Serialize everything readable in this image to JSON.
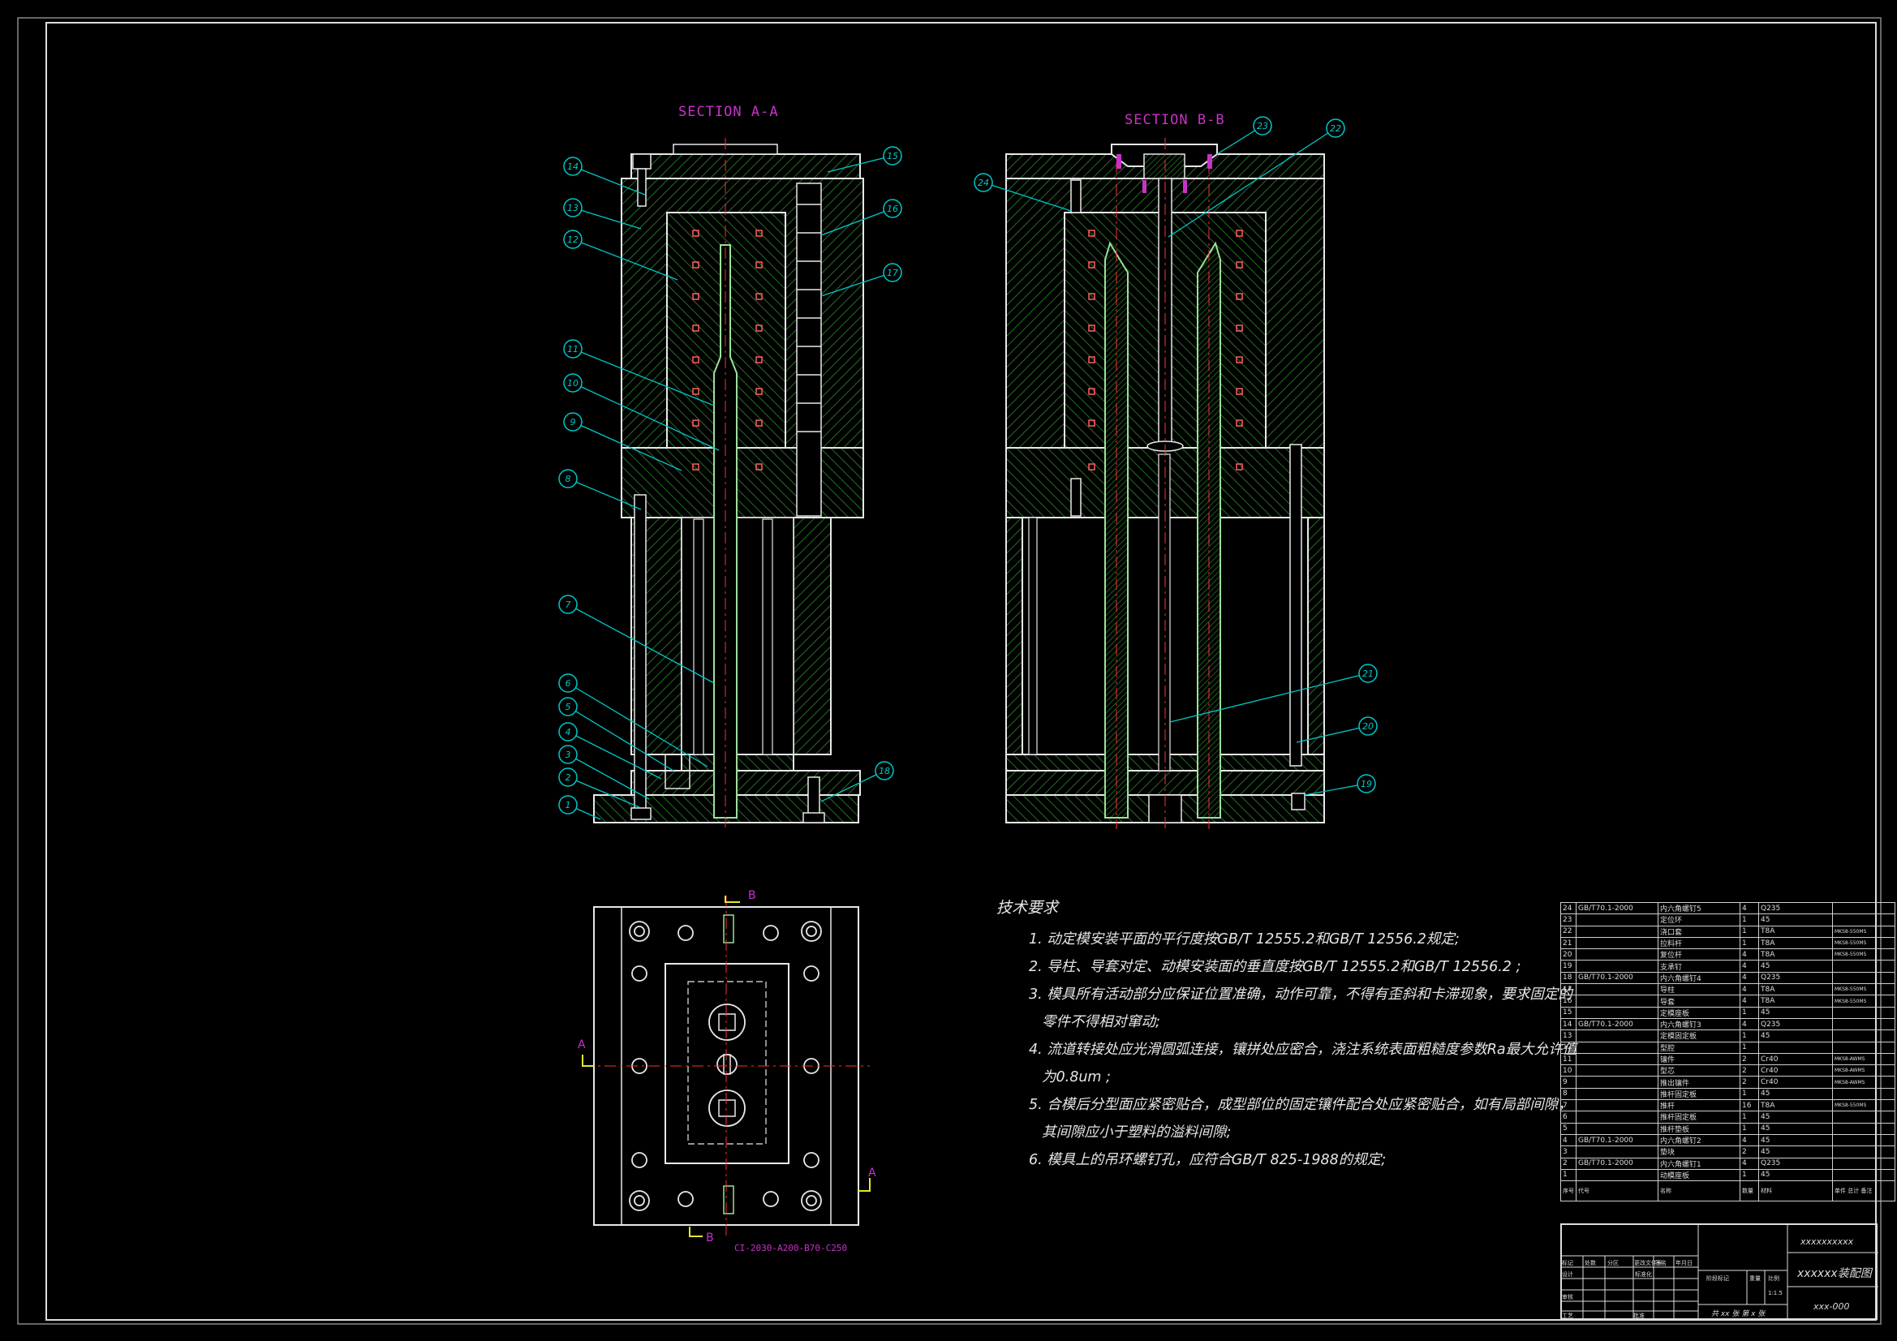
{
  "views": {
    "section_aa_title": "SECTION A-A",
    "section_bb_title": "SECTION B-B",
    "plan_view_caption": "CI-2030-A200-B70-C250",
    "section_markers": [
      "A",
      "A",
      "B",
      "B"
    ],
    "balloons_aa": [
      "14",
      "13",
      "12",
      "11",
      "10",
      "9",
      "8",
      "7",
      "6",
      "5",
      "4",
      "3",
      "2",
      "1",
      "15",
      "16",
      "17",
      "18"
    ],
    "balloons_bb": [
      "24",
      "23",
      "22",
      "21",
      "20",
      "19"
    ]
  },
  "technical_requirements": {
    "title": "技术要求",
    "items": [
      "1. 动定模安装平面的平行度按GB/T 12555.2和GB/T 12556.2规定;",
      "2. 导柱、导套对定、动模安装面的垂直度按GB/T 12555.2和GB/T 12556.2 ;",
      "3. 模具所有活动部分应保证位置准确，动作可靠，不得有歪斜和卡滞现象，要求固定的",
      "零件不得相对窜动;",
      "4. 流道转接处应光滑圆弧连接，镶拼处应密合，浇注系统表面粗糙度参数Ra最大允许值",
      "为0.8um ;",
      "5. 合模后分型面应紧密贴合，成型部位的固定镶件配合处应紧密贴合，如有局部间隙，",
      "其间隙应小于塑料的溢料间隙;",
      "6. 模具上的吊环螺钉孔，应符合GB/T 825-1988的规定;"
    ]
  },
  "bom": {
    "rows": [
      [
        "24",
        "GB/T70.1-2000",
        "内六角螺钉5",
        "4",
        "Q235",
        ""
      ],
      [
        "23",
        "",
        "定位环",
        "1",
        "45",
        ""
      ],
      [
        "22",
        "",
        "浇口套",
        "1",
        "T8A",
        "MKS8-550MS"
      ],
      [
        "21",
        "",
        "拉料杆",
        "1",
        "T8A",
        "MKS8-550MS"
      ],
      [
        "20",
        "",
        "复位杆",
        "4",
        "T8A",
        "MKS8-550MS"
      ],
      [
        "19",
        "",
        "支承钉",
        "4",
        "45",
        ""
      ],
      [
        "18",
        "GB/T70.1-2000",
        "内六角螺钉4",
        "4",
        "Q235",
        ""
      ],
      [
        "17",
        "",
        "导柱",
        "4",
        "T8A",
        "MKS8-550MS"
      ],
      [
        "16",
        "",
        "导套",
        "4",
        "T8A",
        "MKS8-550MS"
      ],
      [
        "15",
        "",
        "定模座板",
        "1",
        "45",
        ""
      ],
      [
        "14",
        "GB/T70.1-2000",
        "内六角螺钉3",
        "4",
        "Q235",
        ""
      ],
      [
        "13",
        "",
        "定模固定板",
        "1",
        "45",
        ""
      ],
      [
        "12",
        "",
        "型腔",
        "1",
        "",
        ""
      ],
      [
        "11",
        "",
        "镶件",
        "2",
        "Cr40",
        "MKS8-AWMS"
      ],
      [
        "10",
        "",
        "型芯",
        "2",
        "Cr40",
        "MKS8-AWMS"
      ],
      [
        "9",
        "",
        "推出镶件",
        "2",
        "Cr40",
        "MKS8-AWMS"
      ],
      [
        "8",
        "",
        "推杆固定板",
        "1",
        "45",
        ""
      ],
      [
        "7",
        "",
        "推杆",
        "16",
        "T8A",
        "MKS8-550MS"
      ],
      [
        "6",
        "",
        "推杆固定板",
        "1",
        "45",
        ""
      ],
      [
        "5",
        "",
        "推杆垫板",
        "1",
        "45",
        ""
      ],
      [
        "4",
        "GB/T70.1-2000",
        "内六角螺钉2",
        "4",
        "45",
        ""
      ],
      [
        "3",
        "",
        "垫块",
        "2",
        "45",
        ""
      ],
      [
        "2",
        "GB/T70.1-2000",
        "内六角螺钉1",
        "4",
        "Q235",
        ""
      ],
      [
        "1",
        "",
        "动模座板",
        "1",
        "45",
        ""
      ]
    ],
    "header": [
      "序号",
      "代号",
      "名称",
      "数量",
      "材料",
      "单件",
      "总计",
      "备注"
    ]
  },
  "title_block": {
    "company": "xxxxxxxxxx",
    "drawing_name": "xxxxxx装配图",
    "drawing_number": "xxx-000",
    "scale": "1:1.5",
    "sheets": "共 xx 张  第 x 张",
    "labels": [
      "标记",
      "处数",
      "分区",
      "更改文件号",
      "签名",
      "年月日",
      "设计",
      "标准化",
      "阶段标记",
      "重量",
      "比例",
      "审核",
      "工艺",
      "批准"
    ]
  },
  "colors": {
    "background": "#000000",
    "hatch_green": "#2e8b2e",
    "outline_white": "#e8e8e8",
    "cyan": "#00c8c8",
    "magenta": "#c832c8",
    "red": "#ff3030",
    "yellow": "#e6e632"
  }
}
